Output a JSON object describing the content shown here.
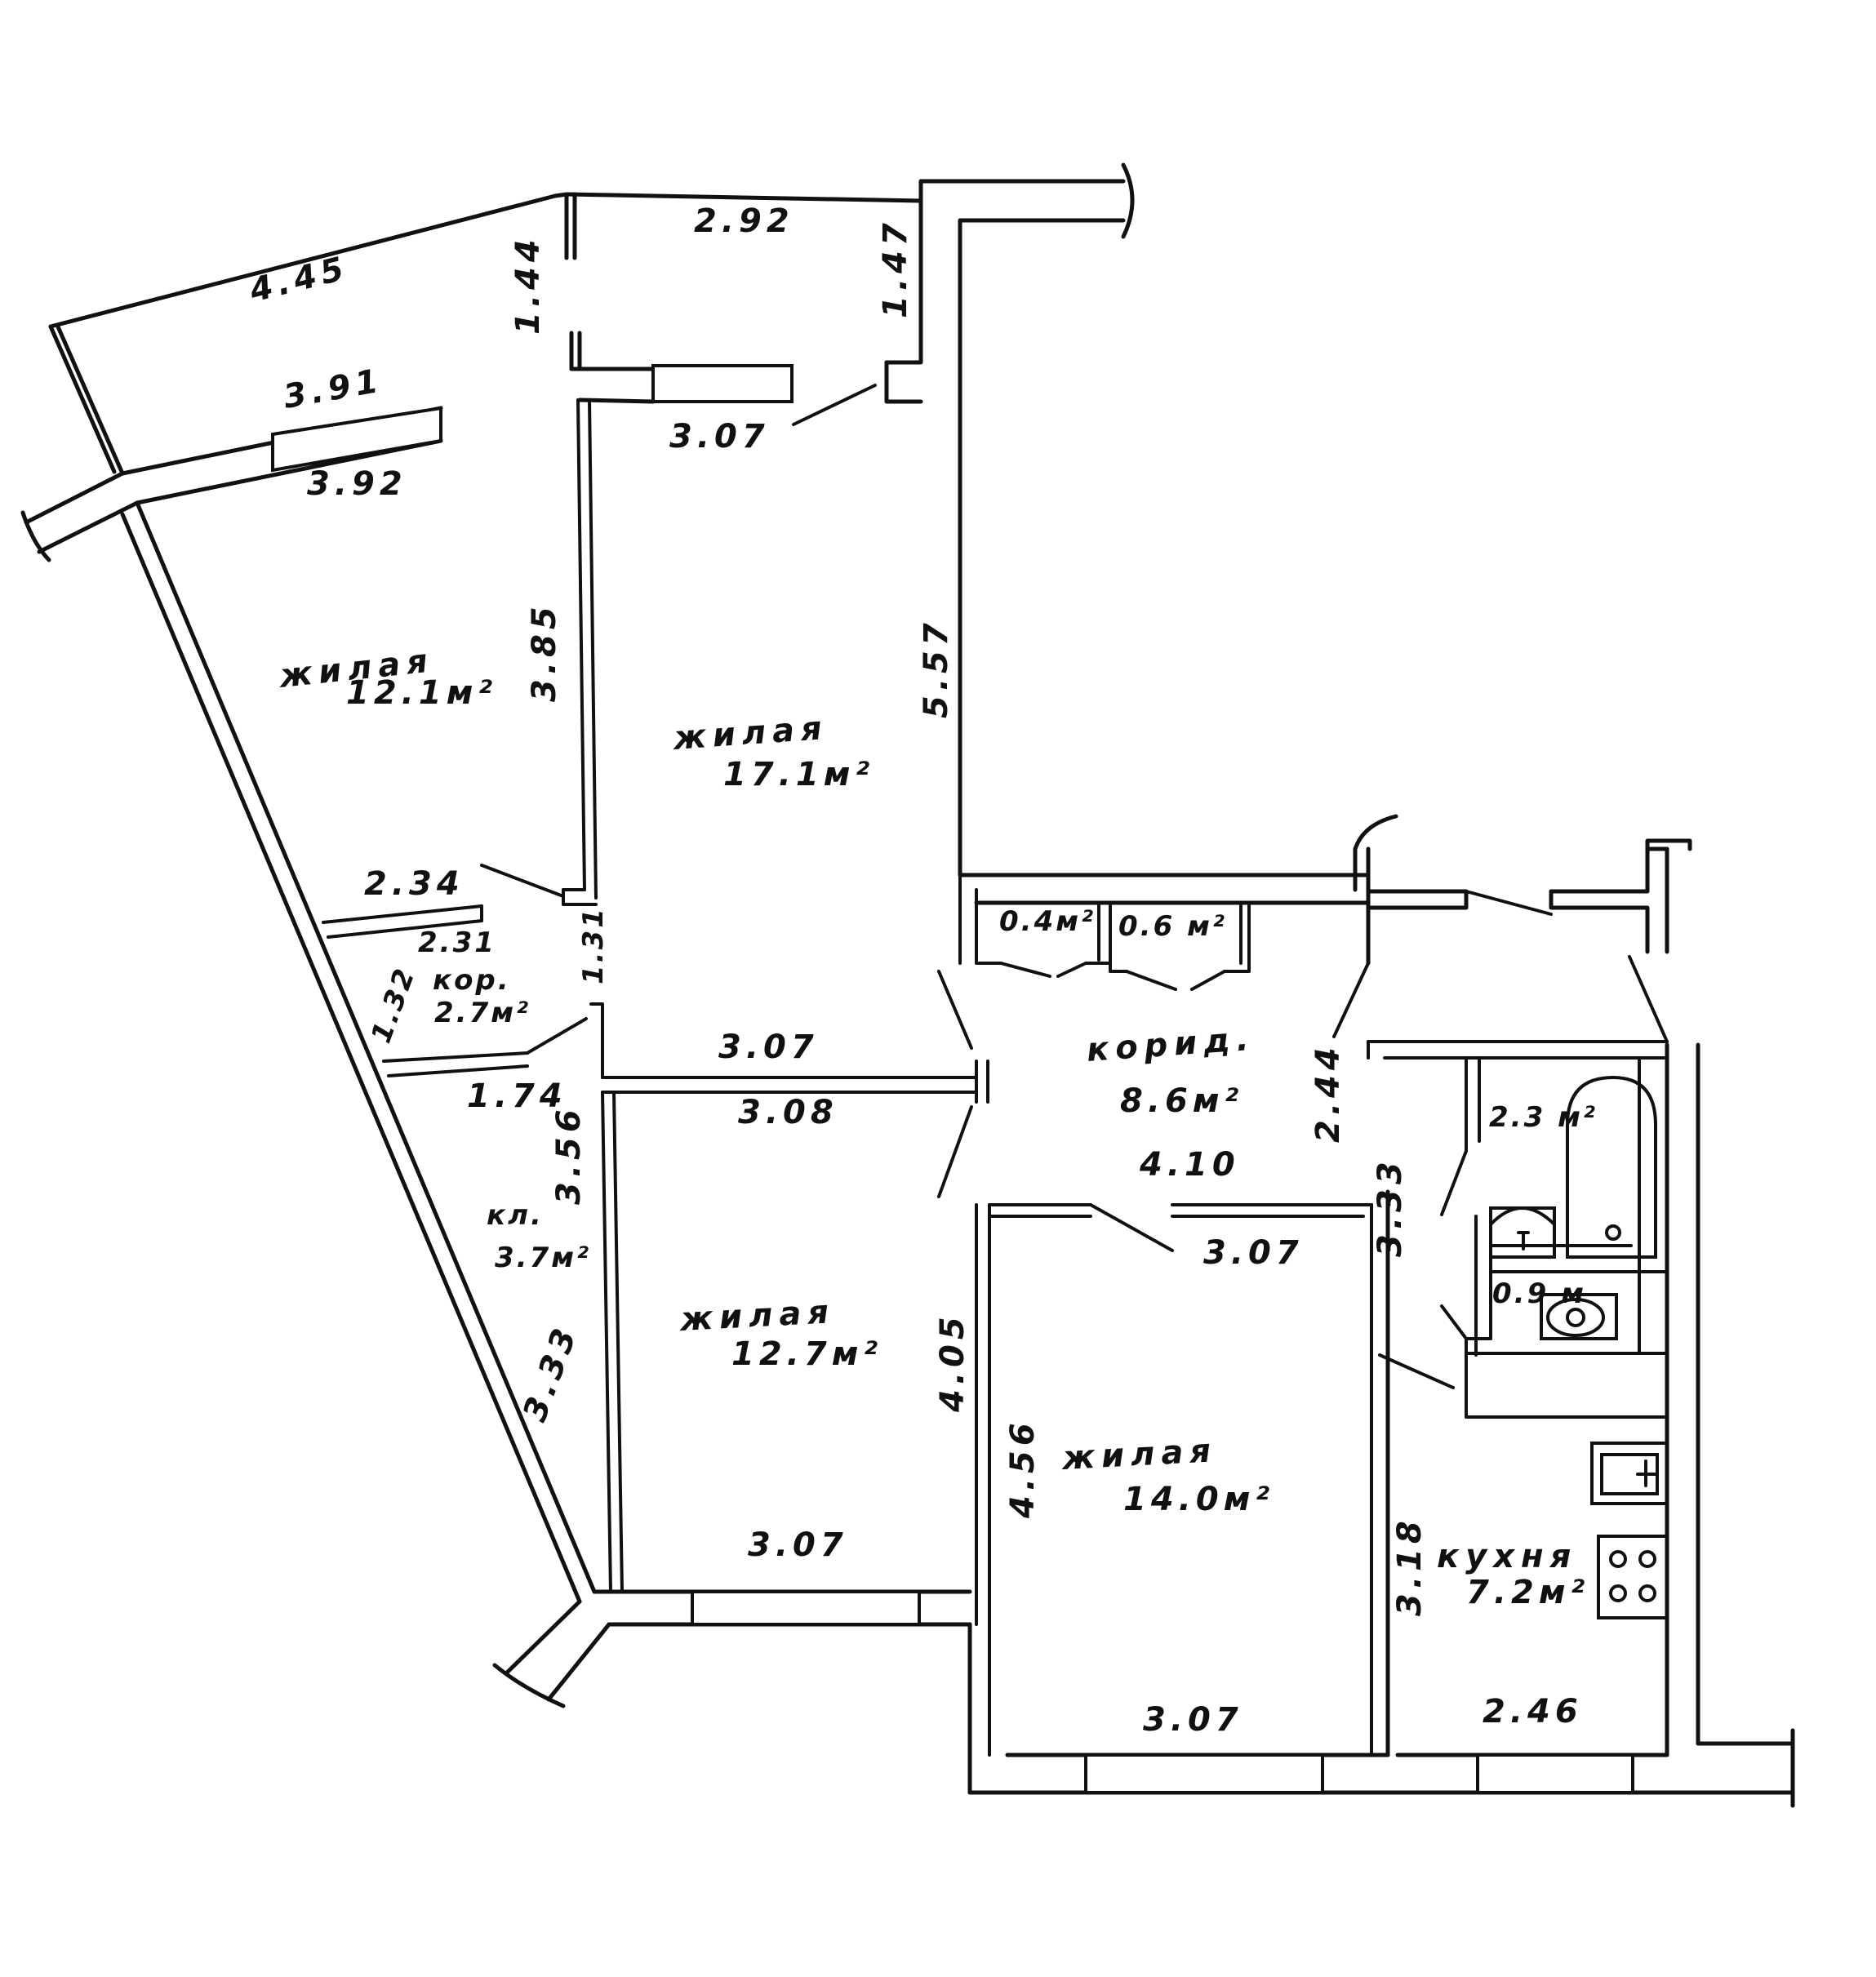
{
  "rooms": [
    {
      "id": "room-nw",
      "name": "жилая",
      "area": "12.1м²"
    },
    {
      "id": "room-north",
      "name": "жилая",
      "area": "17.1м²"
    },
    {
      "id": "room-west",
      "name": "жилая",
      "area": "12.7м²"
    },
    {
      "id": "room-south",
      "name": "жилая",
      "area": "14.0м²"
    },
    {
      "id": "corridor-small",
      "name": "кор.",
      "area": "2.7м²"
    },
    {
      "id": "corridor-main",
      "name": "корид.",
      "area": "8.6м²"
    },
    {
      "id": "storage",
      "name": "кл.",
      "area": "3.7м²"
    },
    {
      "id": "kitchen",
      "name": "кухня",
      "area": "7.2м²"
    },
    {
      "id": "closet-1",
      "area": "0.4м²"
    },
    {
      "id": "closet-2",
      "area": "0.6 м²"
    },
    {
      "id": "bathroom",
      "area": "2.3 м²"
    },
    {
      "id": "toilet",
      "area": "0.9 м"
    }
  ],
  "dimensions": {
    "balcony_left_len": "4.45",
    "balcony_right_len": "2.92",
    "balcony_divider": "1.44",
    "balcony_right_depth": "1.47",
    "nw_top_outer": "3.91",
    "nw_top_inner": "3.92",
    "north_top": "3.07",
    "nw_height": "3.85",
    "north_height": "5.57",
    "nw_bottom": "2.34",
    "small_corridor_top": "2.31",
    "small_corridor_side": "1.31",
    "small_corridor_left": "1.32",
    "north_bottom": "3.07",
    "storage_top": "1.74",
    "storage_height": "3.56",
    "west_top": "3.08",
    "west_height": "4.05",
    "west_bottom": "3.07",
    "diagonal_wall": "3.33",
    "corridor_width": "4.10",
    "corridor_height": "2.44",
    "south_top": "3.07",
    "south_height": "4.56",
    "south_bottom": "3.07",
    "kitchen_side_upper": "3.33",
    "kitchen_height": "3.18",
    "kitchen_bottom": "2.46"
  }
}
